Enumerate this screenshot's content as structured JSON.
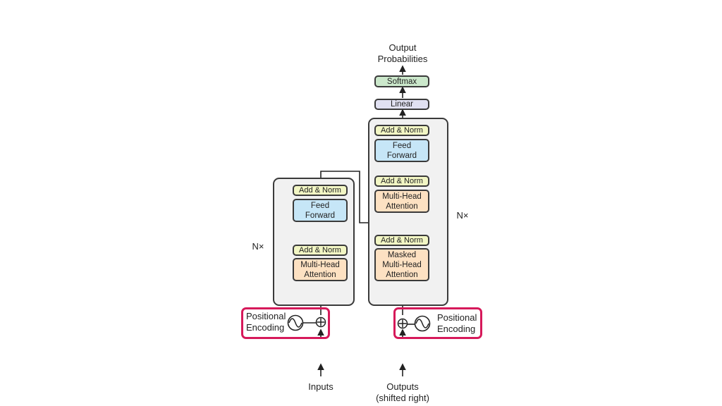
{
  "output_probabilities": "Output\nProbabilities",
  "softmax": "Softmax",
  "linear": "Linear",
  "add_norm": "Add & Norm",
  "feed_forward": "Feed\nForward",
  "multi_head_attention": "Multi-Head\nAttention",
  "masked_multi_head_attention": "Masked\nMulti-Head\nAttention",
  "nx": "N×",
  "positional_encoding": "Positional\nEncoding",
  "inputs": "Inputs",
  "outputs": "Outputs\n(shifted right)",
  "colors": {
    "add_norm": "#f2f6c4",
    "feed_forward": "#c6e6f7",
    "attention": "#fde1c2",
    "linear": "#e1e1f2",
    "softmax": "#cbe8cb",
    "highlight": "#d6195a"
  },
  "icons": [
    "sine-wave-icon",
    "plus-circle-icon"
  ]
}
